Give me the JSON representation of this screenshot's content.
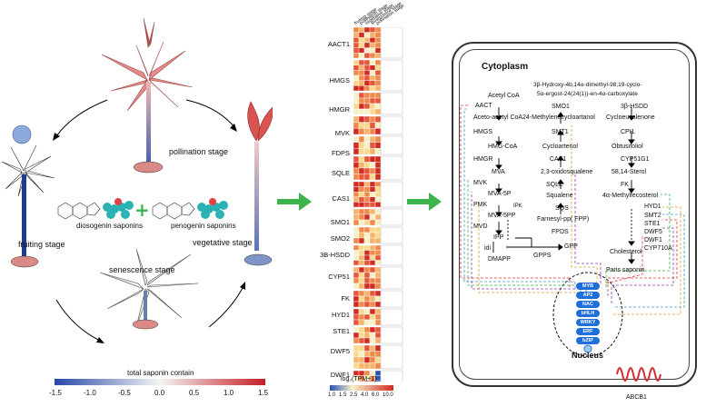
{
  "left_panel": {
    "stages": {
      "pollination": "pollination stage",
      "fruiting": "fruiting stage",
      "vegetative": "vegetative stage",
      "senescence": "senescence stage"
    },
    "compounds": {
      "left": "diosogenin saponins",
      "right": "penogenin saponins"
    },
    "colorbar": {
      "title": "total saponin contain",
      "ticks": [
        "-1.5",
        "-1.0",
        "-0.5",
        "0.0",
        "0.5",
        "1.0",
        "1.5"
      ]
    }
  },
  "heatmap": {
    "column_labels": [
      "fruiting stage",
      "pollination stage",
      "vegetative stage",
      "senescence stage",
      "pollination stage"
    ],
    "genes": [
      "AACT1",
      "HMGS",
      "HMGR",
      "MVK",
      "FDPS",
      "SQLE",
      "CAS1",
      "SMO1",
      "SMO2",
      "3B-HSDD",
      "CYP51",
      "FK",
      "HYD1",
      "STE1",
      "DWF5",
      "DWF1"
    ],
    "legend_title": "log₂(TPM+1)",
    "legend_ticks": [
      "1.0",
      "1.5",
      "2.5",
      "4.0",
      "6.0",
      "10.0"
    ]
  },
  "pathway": {
    "cytoplasm": "Cytoplasm",
    "nucleus": "Nucleus",
    "membrane_protein": "ABCB1",
    "mva": [
      "Acetyl CoA",
      "AACT",
      "Aceto-acetyl CoA",
      "HMGS",
      "HMG-CoA",
      "HMGR",
      "MVA",
      "MVK",
      "MVA-5P",
      "PMK",
      "MVA-5PP",
      "MVD",
      "IPP",
      "idi",
      "DMAPP",
      "IPK",
      "GPP",
      "GPPS"
    ],
    "mid": [
      "24-Methylenecycloartanol",
      "SMO1",
      "SMT1",
      "Cycloartenol",
      "CAS1",
      "2,3-oxidosqualene",
      "SQLE",
      "Squalene",
      "SQS",
      "Farnesyl-pp( FPP)",
      "FPDS"
    ],
    "top": "3β-Hydroxy-4b,14α-dimethyl-98,19-cyclo-",
    "top2": "5α-ergost-24(24(1))-en-4α-carboxylate",
    "right": [
      "3β-HSDD",
      "Cycloeucalenone",
      "CPI1",
      "Obtusifoliol",
      "CYP51G1",
      "58,14-Sterol",
      "FK",
      "4α-Methylfecosterol",
      "HYD1",
      "SMT2",
      "STE1",
      "DWF5",
      "DWF1",
      "CYP710A",
      "Cholesterol",
      "Paris saponin"
    ],
    "tfs": [
      "MYB",
      "AP2",
      "NAC",
      "bHLH",
      "WRKY",
      "ERF",
      "bZIP"
    ],
    "colors": {
      "arrow_green": "#3cb44b",
      "nucleus_blue": "#1e6fd9"
    }
  }
}
